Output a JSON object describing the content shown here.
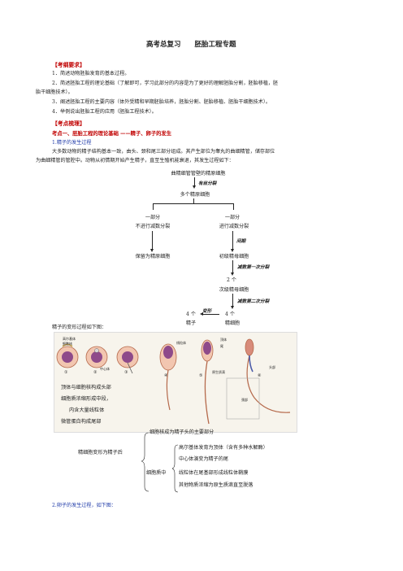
{
  "title": "高考总复习　　胚胎工程专题",
  "outline_heading": "【考纲要求】",
  "outline": [
    "1．简述动物胚胎发育的基本过程。",
    "2．简述胚胎工程的理论基础（了解即可，学习此部分的内容是为了更好的理解胚胎分割，胚胎移植，胚",
    "胎干细胞技术）。",
    "3．阐述胚胎工程的主要内容（体外受精和早期胚胎培养，胚胎分割、胚胎移植、胚胎干细胞技术）。",
    "4．举例说出胚胎工程的应用（胚胎工程技术）。"
  ],
  "points_heading": "【考点梳理】",
  "point1": "考点一、胚胎工程的理论基础 ——精子、卵子的发生",
  "sub1": "1.精子的发生过程",
  "para1_line1": "大多数动物的精子结构基本一致，由头、颈和尾三部分组成。其产生部位为睾丸的曲细精管，储存部位",
  "para1_line2": "为曲细精管的管腔中。动物从初情期开始产生精子，直至生殖机能衰退，其发生过程如下：",
  "flow": {
    "top": "曲精细管管壁的精原细胞",
    "mitosis": "有丝分裂",
    "many": "多个精原细胞",
    "left_a": "一部分",
    "left_b": "不进行减数分裂",
    "right_a": "一部分",
    "right_b": "进行减数分裂",
    "interphase": "间期",
    "keep": "保留为精原细胞",
    "primary": "初级精母细胞",
    "meiosis1": "减数第一次分裂",
    "two": "2 个",
    "secondary": "次级精母细胞",
    "meiosis2": "减数第二次分裂",
    "four_a": "4 个",
    "sperm": "精子",
    "transform": "变形",
    "four_b": "4 个",
    "spermatid": "精细胞"
  },
  "transform_caption": "精子的变形过程如下图：",
  "figure_labels": {
    "golgi": "高尔基体",
    "nucleus": "细胞核",
    "centriole": "中心体",
    "mito": "线粒体",
    "acrosome": "顶体",
    "tail": "尾",
    "protoplasm": "原生质滴",
    "neck": "颈部",
    "head": "头部",
    "n1": "①",
    "n2": "②",
    "n3": "③",
    "n4": "④",
    "n5": "⑤",
    "n6": "⑥",
    "note1": "顶体与细胞核构成头部",
    "note2": "细胞质浓缩形成中段，",
    "note3": "内含大量线粒体",
    "note4": "微管蛋白构成尾部"
  },
  "summary": {
    "root": "精细胞变形为精子后",
    "nucleus_line": "细胞核成为精子头的主要部分",
    "cytoplasm": "细胞质中",
    "items": [
      "高尔基体发育为顶体（含有多种水解酶）",
      "中心体演变为精子的尾",
      "线粒体在尾基部形成线粒体鞘膜",
      "其他物质浓缩为原生质滴直至脱落"
    ]
  },
  "sub2": "2.卵子的发生过程，如下图："
}
